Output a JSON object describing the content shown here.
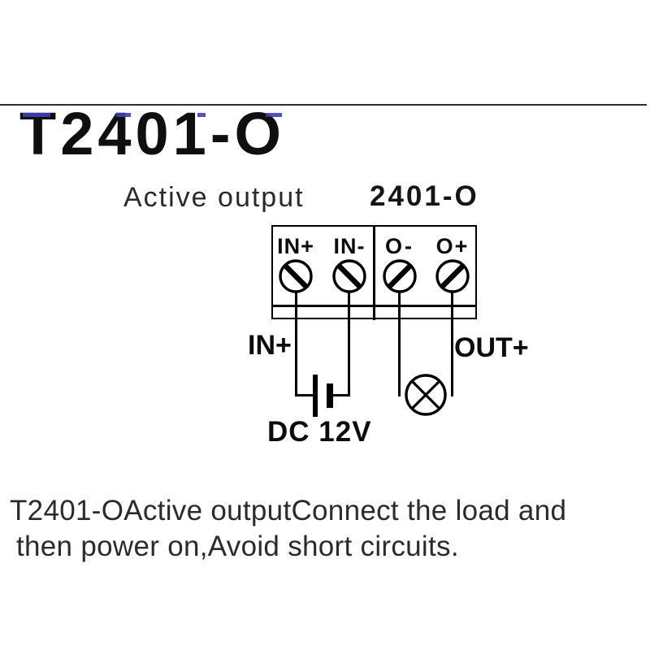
{
  "colors": {
    "paper": "#ffffff",
    "ink": "#111111",
    "text_gray": "#2b2b2b",
    "artifact_blue": "#3e3cc2"
  },
  "header": {
    "title": "T2401-O",
    "subtitle": "Active output"
  },
  "diagram": {
    "block_label": "2401-O",
    "terminals": [
      {
        "label": "IN+"
      },
      {
        "label": "IN-"
      },
      {
        "label": "O-"
      },
      {
        "label": "O+"
      }
    ],
    "input_label": "IN+",
    "output_label": "OUT+",
    "supply_label": "DC 12V",
    "icons": {
      "screw": "screw-terminal-icon",
      "battery": "dc-battery-icon",
      "lamp": "lamp-load-icon"
    }
  },
  "footer": {
    "line1": "T2401-OActive outputConnect the load and",
    "line2": "then power on,Avoid short circuits."
  }
}
